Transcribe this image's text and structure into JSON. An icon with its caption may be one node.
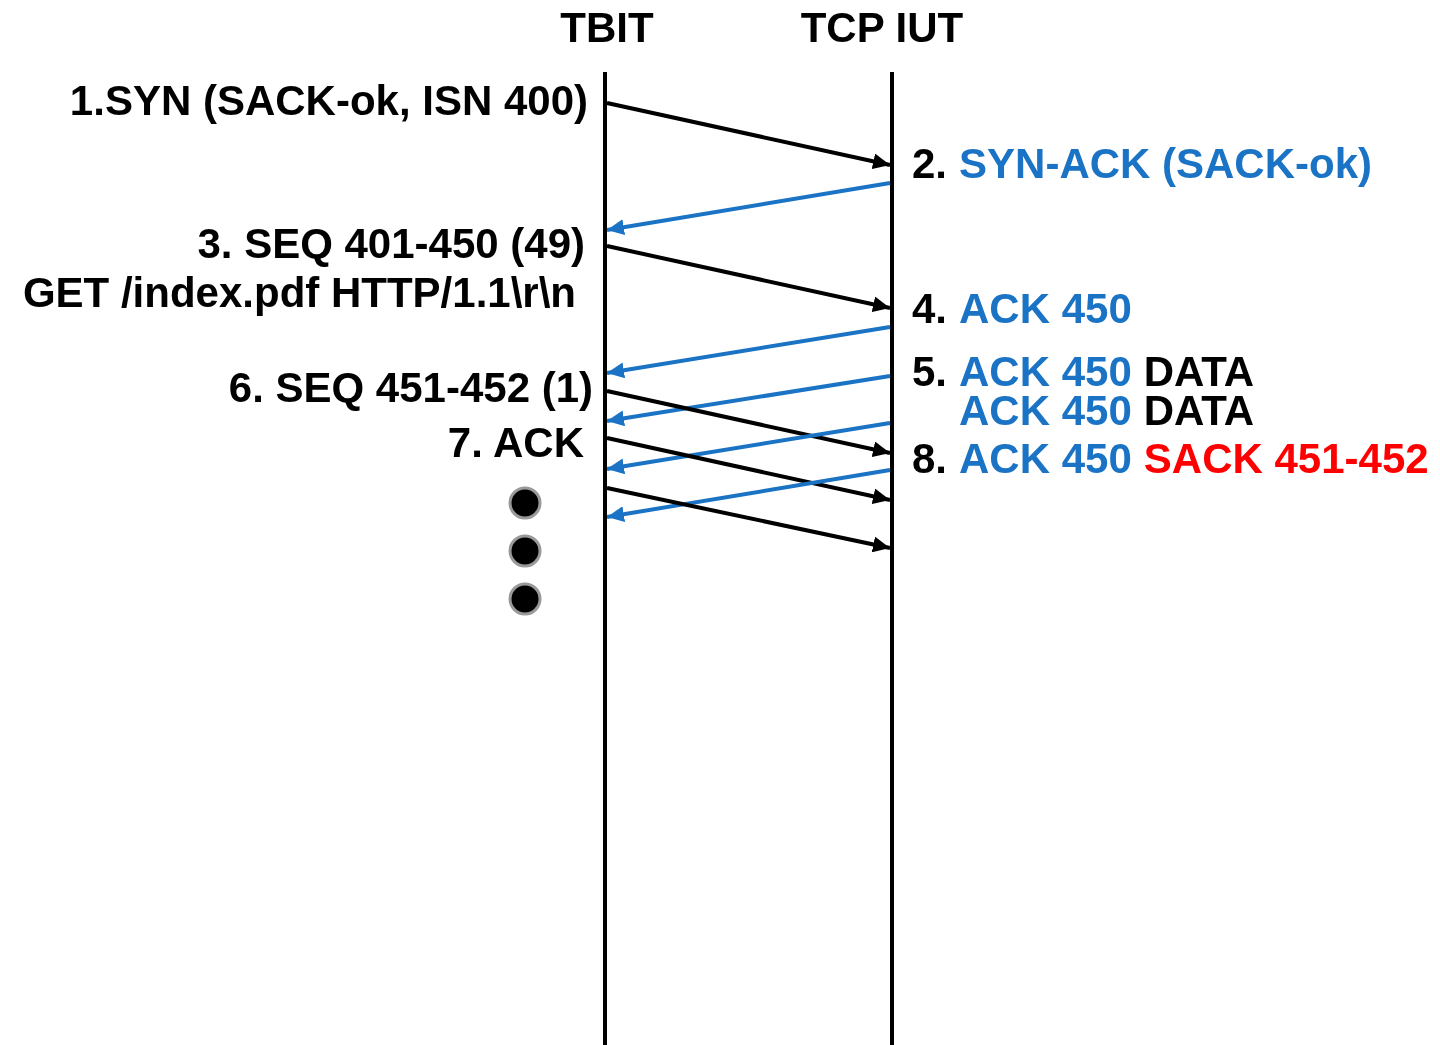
{
  "diagram": {
    "nodes": [
      {
        "text": [],
        "shape": "bar",
        "beside": [
          "TBIT"
        ]
      },
      {
        "text": [],
        "shape": "bar",
        "beside": [
          "TCP IUT"
        ]
      }
    ],
    "edges": [
      {
        "from": 0,
        "to": 1,
        "arrow": "to"
      },
      {
        "from": 1,
        "to": 0,
        "arrow": "to",
        "color": "#1a73c4"
      },
      {
        "from": 0,
        "to": 1,
        "arrow": "to"
      },
      {
        "from": 1,
        "to": 0,
        "arrow": "to",
        "color": "#1a73c4"
      },
      {
        "from": 1,
        "to": 0,
        "arrow": "to",
        "color": "#1a73c4"
      },
      {
        "from": 0,
        "to": 1,
        "arrow": "to"
      },
      {
        "from": 1,
        "to": 0,
        "arrow": "to",
        "color": "#1a73c4"
      },
      {
        "from": 0,
        "to": 1,
        "arrow": "to"
      },
      {
        "from": 1,
        "to": 0,
        "arrow": "to",
        "color": "#1a73c4"
      },
      {
        "from": 0,
        "to": 1,
        "arrow": "to"
      }
    ],
    "labels": [
      "1.SYN (SACK-ok, ISN 400)",
      "2.",
      "SYN-ACK (SACK-ok)",
      "3. SEQ 401-450 (49)",
      "GET /index.pdf HTTP/1.1\\r\\n",
      "4.",
      "ACK 450",
      "5.",
      "ACK 450",
      "DATA",
      "ACK 450",
      "DATA",
      "6. SEQ 451-452 (1)",
      "7. ACK",
      "8.",
      "ACK 450",
      "SACK 451-452"
    ]
  }
}
